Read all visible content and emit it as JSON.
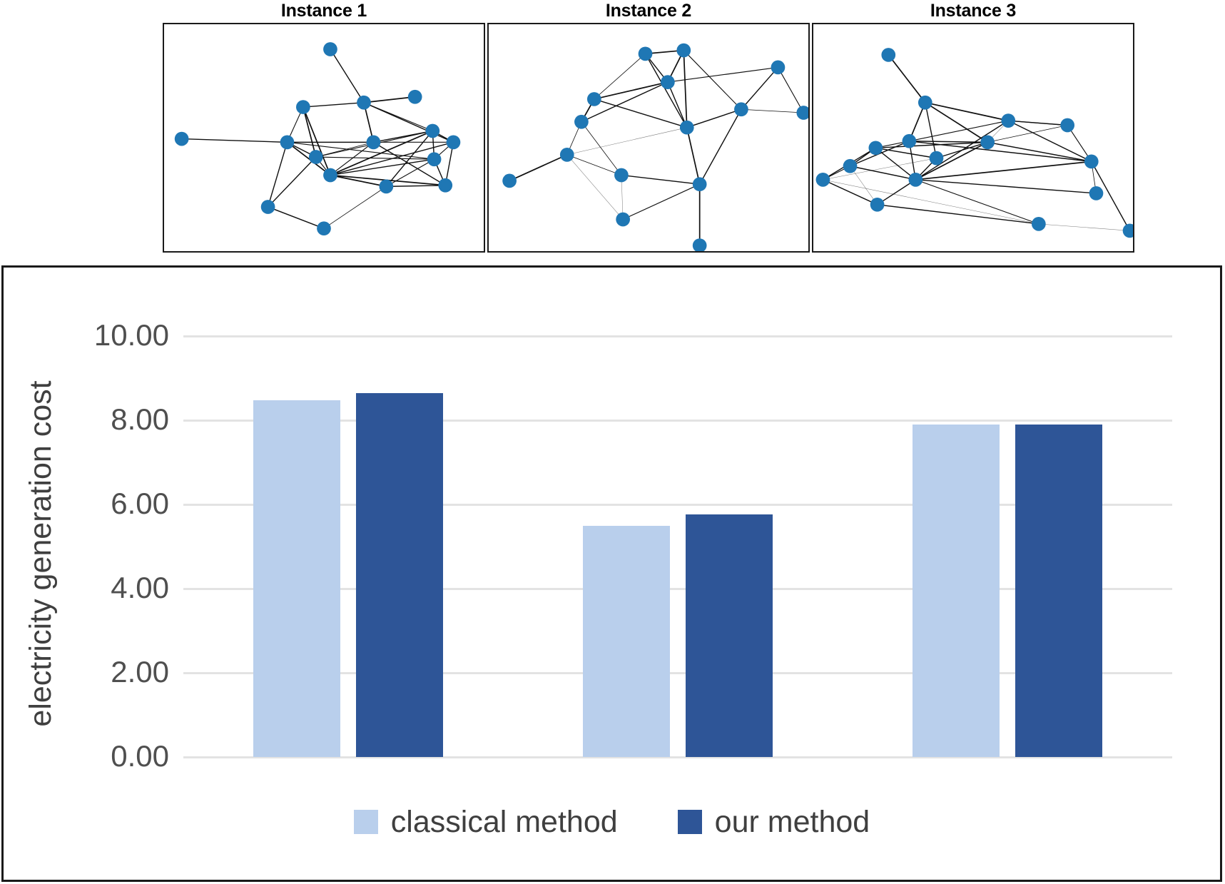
{
  "graphs": {
    "panels": [
      {
        "title": "Instance 1",
        "nodes": [
          [
            0.055,
            0.505
          ],
          [
            0.52,
            0.11
          ],
          [
            0.435,
            0.365
          ],
          [
            0.625,
            0.345
          ],
          [
            0.785,
            0.32
          ],
          [
            0.385,
            0.52
          ],
          [
            0.655,
            0.52
          ],
          [
            0.84,
            0.47
          ],
          [
            0.475,
            0.585
          ],
          [
            0.905,
            0.52
          ],
          [
            0.845,
            0.595
          ],
          [
            0.52,
            0.665
          ],
          [
            0.695,
            0.715
          ],
          [
            0.88,
            0.71
          ],
          [
            0.325,
            0.805
          ],
          [
            0.5,
            0.9
          ]
        ],
        "edges": [
          [
            0,
            5,
            4
          ],
          [
            1,
            3,
            4
          ],
          [
            2,
            3,
            1
          ],
          [
            2,
            8,
            5
          ],
          [
            2,
            11,
            5
          ],
          [
            3,
            4,
            5
          ],
          [
            3,
            6,
            5
          ],
          [
            3,
            7,
            3
          ],
          [
            3,
            9,
            4
          ],
          [
            3,
            2,
            4
          ],
          [
            5,
            6,
            4
          ],
          [
            5,
            8,
            4
          ],
          [
            5,
            11,
            5
          ],
          [
            5,
            10,
            3
          ],
          [
            5,
            14,
            4
          ],
          [
            5,
            2,
            3
          ],
          [
            6,
            7,
            4
          ],
          [
            6,
            8,
            2
          ],
          [
            6,
            11,
            3
          ],
          [
            6,
            9,
            3
          ],
          [
            8,
            11,
            3
          ],
          [
            8,
            7,
            3
          ],
          [
            7,
            10,
            4
          ],
          [
            7,
            9,
            4
          ],
          [
            7,
            11,
            5
          ],
          [
            7,
            12,
            4
          ],
          [
            9,
            10,
            3
          ],
          [
            9,
            13,
            4
          ],
          [
            10,
            12,
            3
          ],
          [
            10,
            13,
            4
          ],
          [
            11,
            12,
            5
          ],
          [
            11,
            13,
            5
          ],
          [
            11,
            9,
            4
          ],
          [
            12,
            13,
            4
          ],
          [
            12,
            15,
            2
          ],
          [
            14,
            15,
            4
          ],
          [
            14,
            8,
            4
          ],
          [
            6,
            13,
            4
          ],
          [
            8,
            10,
            3
          ],
          [
            11,
            10,
            4
          ]
        ]
      },
      {
        "title": "Instance 2",
        "nodes": [
          [
            0.065,
            0.69
          ],
          [
            0.245,
            0.575
          ],
          [
            0.33,
            0.33
          ],
          [
            0.29,
            0.43
          ],
          [
            0.49,
            0.13
          ],
          [
            0.61,
            0.115
          ],
          [
            0.56,
            0.255
          ],
          [
            0.905,
            0.19
          ],
          [
            0.62,
            0.455
          ],
          [
            0.79,
            0.375
          ],
          [
            0.985,
            0.39
          ],
          [
            0.415,
            0.665
          ],
          [
            0.66,
            0.705
          ],
          [
            0.42,
            0.86
          ],
          [
            0.66,
            0.975
          ]
        ],
        "edges": [
          [
            0,
            1,
            5
          ],
          [
            1,
            3,
            2
          ],
          [
            1,
            11,
            2
          ],
          [
            1,
            13,
            1
          ],
          [
            1,
            8,
            1
          ],
          [
            2,
            3,
            5
          ],
          [
            2,
            4,
            2
          ],
          [
            2,
            6,
            5
          ],
          [
            2,
            8,
            4
          ],
          [
            3,
            2,
            4
          ],
          [
            3,
            6,
            4
          ],
          [
            3,
            11,
            2
          ],
          [
            4,
            5,
            5
          ],
          [
            4,
            6,
            4
          ],
          [
            5,
            6,
            5
          ],
          [
            5,
            8,
            5
          ],
          [
            5,
            9,
            3
          ],
          [
            6,
            7,
            3
          ],
          [
            6,
            8,
            4
          ],
          [
            7,
            9,
            4
          ],
          [
            7,
            10,
            3
          ],
          [
            9,
            10,
            2
          ],
          [
            9,
            8,
            4
          ],
          [
            8,
            12,
            5
          ],
          [
            8,
            9,
            3
          ],
          [
            11,
            12,
            4
          ],
          [
            11,
            13,
            1
          ],
          [
            12,
            13,
            3
          ],
          [
            12,
            14,
            5
          ],
          [
            12,
            9,
            4
          ],
          [
            4,
            8,
            4
          ]
        ]
      },
      {
        "title": "Instance 3",
        "nodes": [
          [
            0.235,
            0.135
          ],
          [
            0.35,
            0.345
          ],
          [
            0.61,
            0.425
          ],
          [
            0.3,
            0.515
          ],
          [
            0.195,
            0.545
          ],
          [
            0.545,
            0.52
          ],
          [
            0.795,
            0.445
          ],
          [
            0.385,
            0.59
          ],
          [
            0.115,
            0.625
          ],
          [
            0.87,
            0.605
          ],
          [
            0.03,
            0.685
          ],
          [
            0.32,
            0.685
          ],
          [
            0.2,
            0.795
          ],
          [
            0.885,
            0.745
          ],
          [
            0.705,
            0.88
          ],
          [
            0.99,
            0.91
          ]
        ],
        "edges": [
          [
            0,
            1,
            5
          ],
          [
            1,
            2,
            5
          ],
          [
            1,
            5,
            5
          ],
          [
            1,
            3,
            5
          ],
          [
            1,
            7,
            4
          ],
          [
            2,
            5,
            1
          ],
          [
            2,
            6,
            4
          ],
          [
            2,
            9,
            4
          ],
          [
            2,
            11,
            4
          ],
          [
            2,
            3,
            3
          ],
          [
            3,
            4,
            3
          ],
          [
            3,
            5,
            4
          ],
          [
            3,
            8,
            4
          ],
          [
            3,
            11,
            4
          ],
          [
            4,
            5,
            4
          ],
          [
            4,
            7,
            4
          ],
          [
            4,
            8,
            4
          ],
          [
            4,
            10,
            4
          ],
          [
            4,
            11,
            4
          ],
          [
            5,
            7,
            4
          ],
          [
            5,
            11,
            5
          ],
          [
            5,
            9,
            4
          ],
          [
            6,
            9,
            3
          ],
          [
            6,
            2,
            3
          ],
          [
            7,
            11,
            4
          ],
          [
            7,
            10,
            1
          ],
          [
            8,
            10,
            3
          ],
          [
            8,
            11,
            4
          ],
          [
            8,
            12,
            1
          ],
          [
            9,
            13,
            2
          ],
          [
            9,
            11,
            5
          ],
          [
            10,
            12,
            4
          ],
          [
            10,
            14,
            1
          ],
          [
            11,
            12,
            4
          ],
          [
            11,
            13,
            4
          ],
          [
            11,
            14,
            3
          ],
          [
            12,
            14,
            4
          ],
          [
            14,
            15,
            1
          ],
          [
            9,
            15,
            4
          ],
          [
            5,
            6,
            2
          ],
          [
            3,
            9,
            4
          ]
        ]
      }
    ]
  },
  "chart_data": {
    "type": "bar",
    "title": "",
    "xlabel": "",
    "ylabel": "electricity generation cost",
    "categories": [
      "Instance 1",
      "Instance 2",
      "Instance 3"
    ],
    "ylim": [
      0,
      10
    ],
    "ytick_labels": [
      "10.00",
      "8.00",
      "6.00",
      "4.00",
      "2.00",
      "0.00"
    ],
    "ytick_values": [
      10,
      8,
      6,
      4,
      2,
      0
    ],
    "grid": true,
    "legend_position": "bottom",
    "series": [
      {
        "name": "classical method",
        "color": "#b9cfec",
        "values": [
          8.48,
          5.5,
          7.9
        ]
      },
      {
        "name": "our method",
        "color": "#2e5597",
        "values": [
          8.65,
          5.77,
          7.9
        ]
      }
    ]
  }
}
